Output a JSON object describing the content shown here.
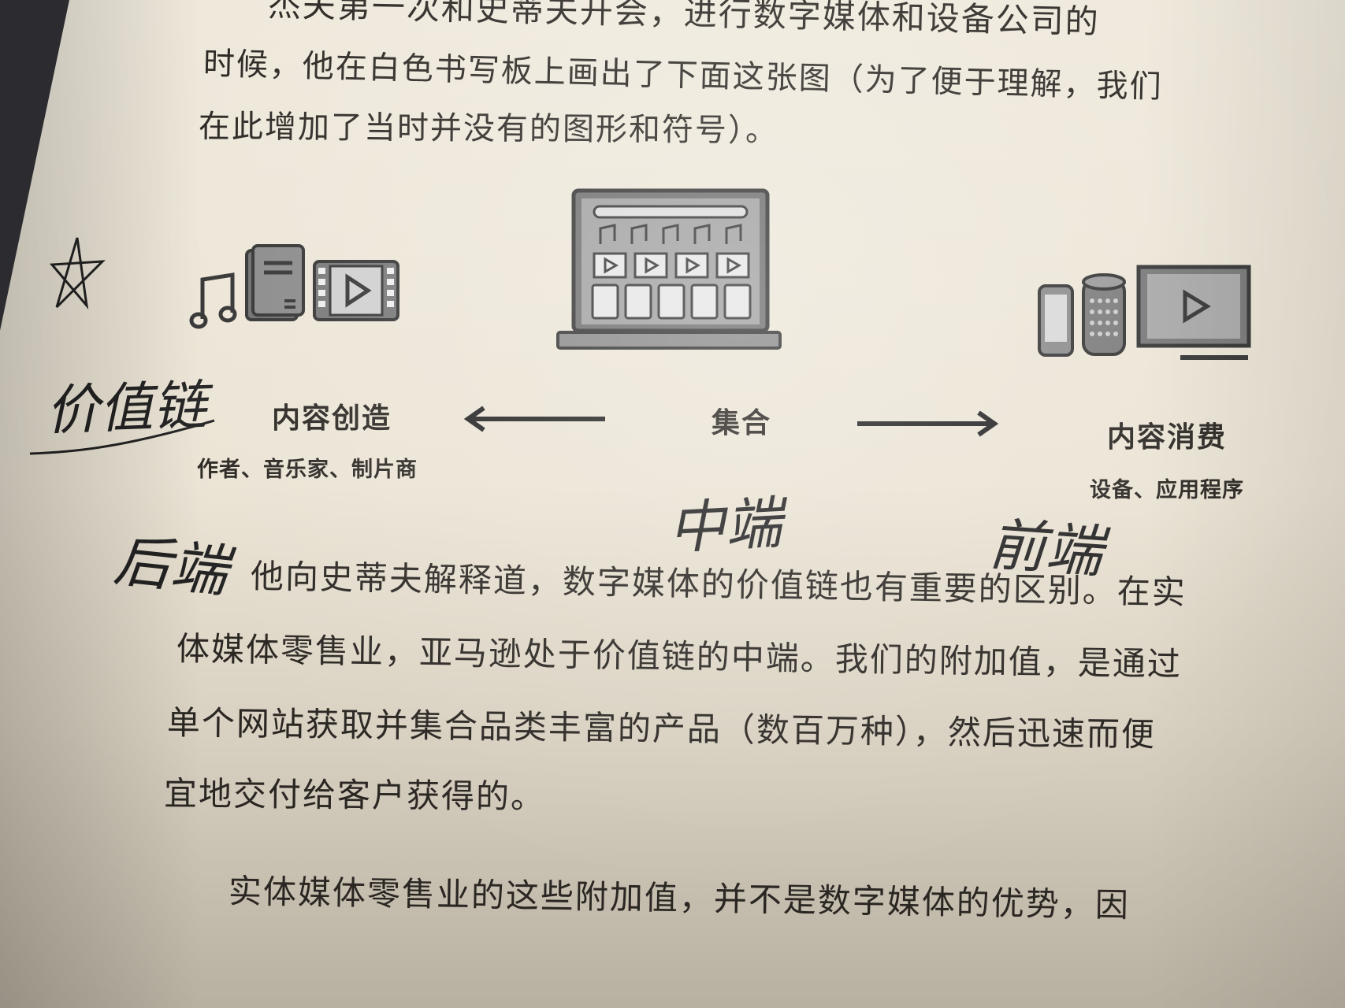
{
  "text_lines": [
    "杰夫第一次和史蒂夫开会，进行数字媒体和设备公司的",
    "时候，他在白色书写板上画出了下面这张图（为了便于理解，我们",
    "在此增加了当时并没有的图形和符号）。",
    "他向史蒂夫解释道，数字媒体的价值链也有重要的区别。在实",
    "体媒体零售业，亚马逊处于价值链的中端。我们的附加值，是通过",
    "单个网站获取并集合品类丰富的产品（数百万种），然后迅速而便",
    "宜地交付给客户获得的。",
    "实体媒体零售业的这些附加值，并不是数字媒体的优势，因"
  ],
  "diagram": {
    "left": {
      "title": "内容创造",
      "subtitle": "作者、音乐家、制片商",
      "icons": [
        "music-note-icon",
        "book-icon",
        "video-play-icon"
      ]
    },
    "center": {
      "title": "集合",
      "icons": [
        "laptop-icon"
      ]
    },
    "right": {
      "title": "内容消费",
      "subtitle": "设备、应用程序",
      "icons": [
        "phone-icon",
        "smart-speaker-icon",
        "tv-icon"
      ]
    }
  },
  "handwriting": {
    "left_note": "价值链",
    "back_end": "后端",
    "middle": "中端",
    "front_end": "前端"
  }
}
